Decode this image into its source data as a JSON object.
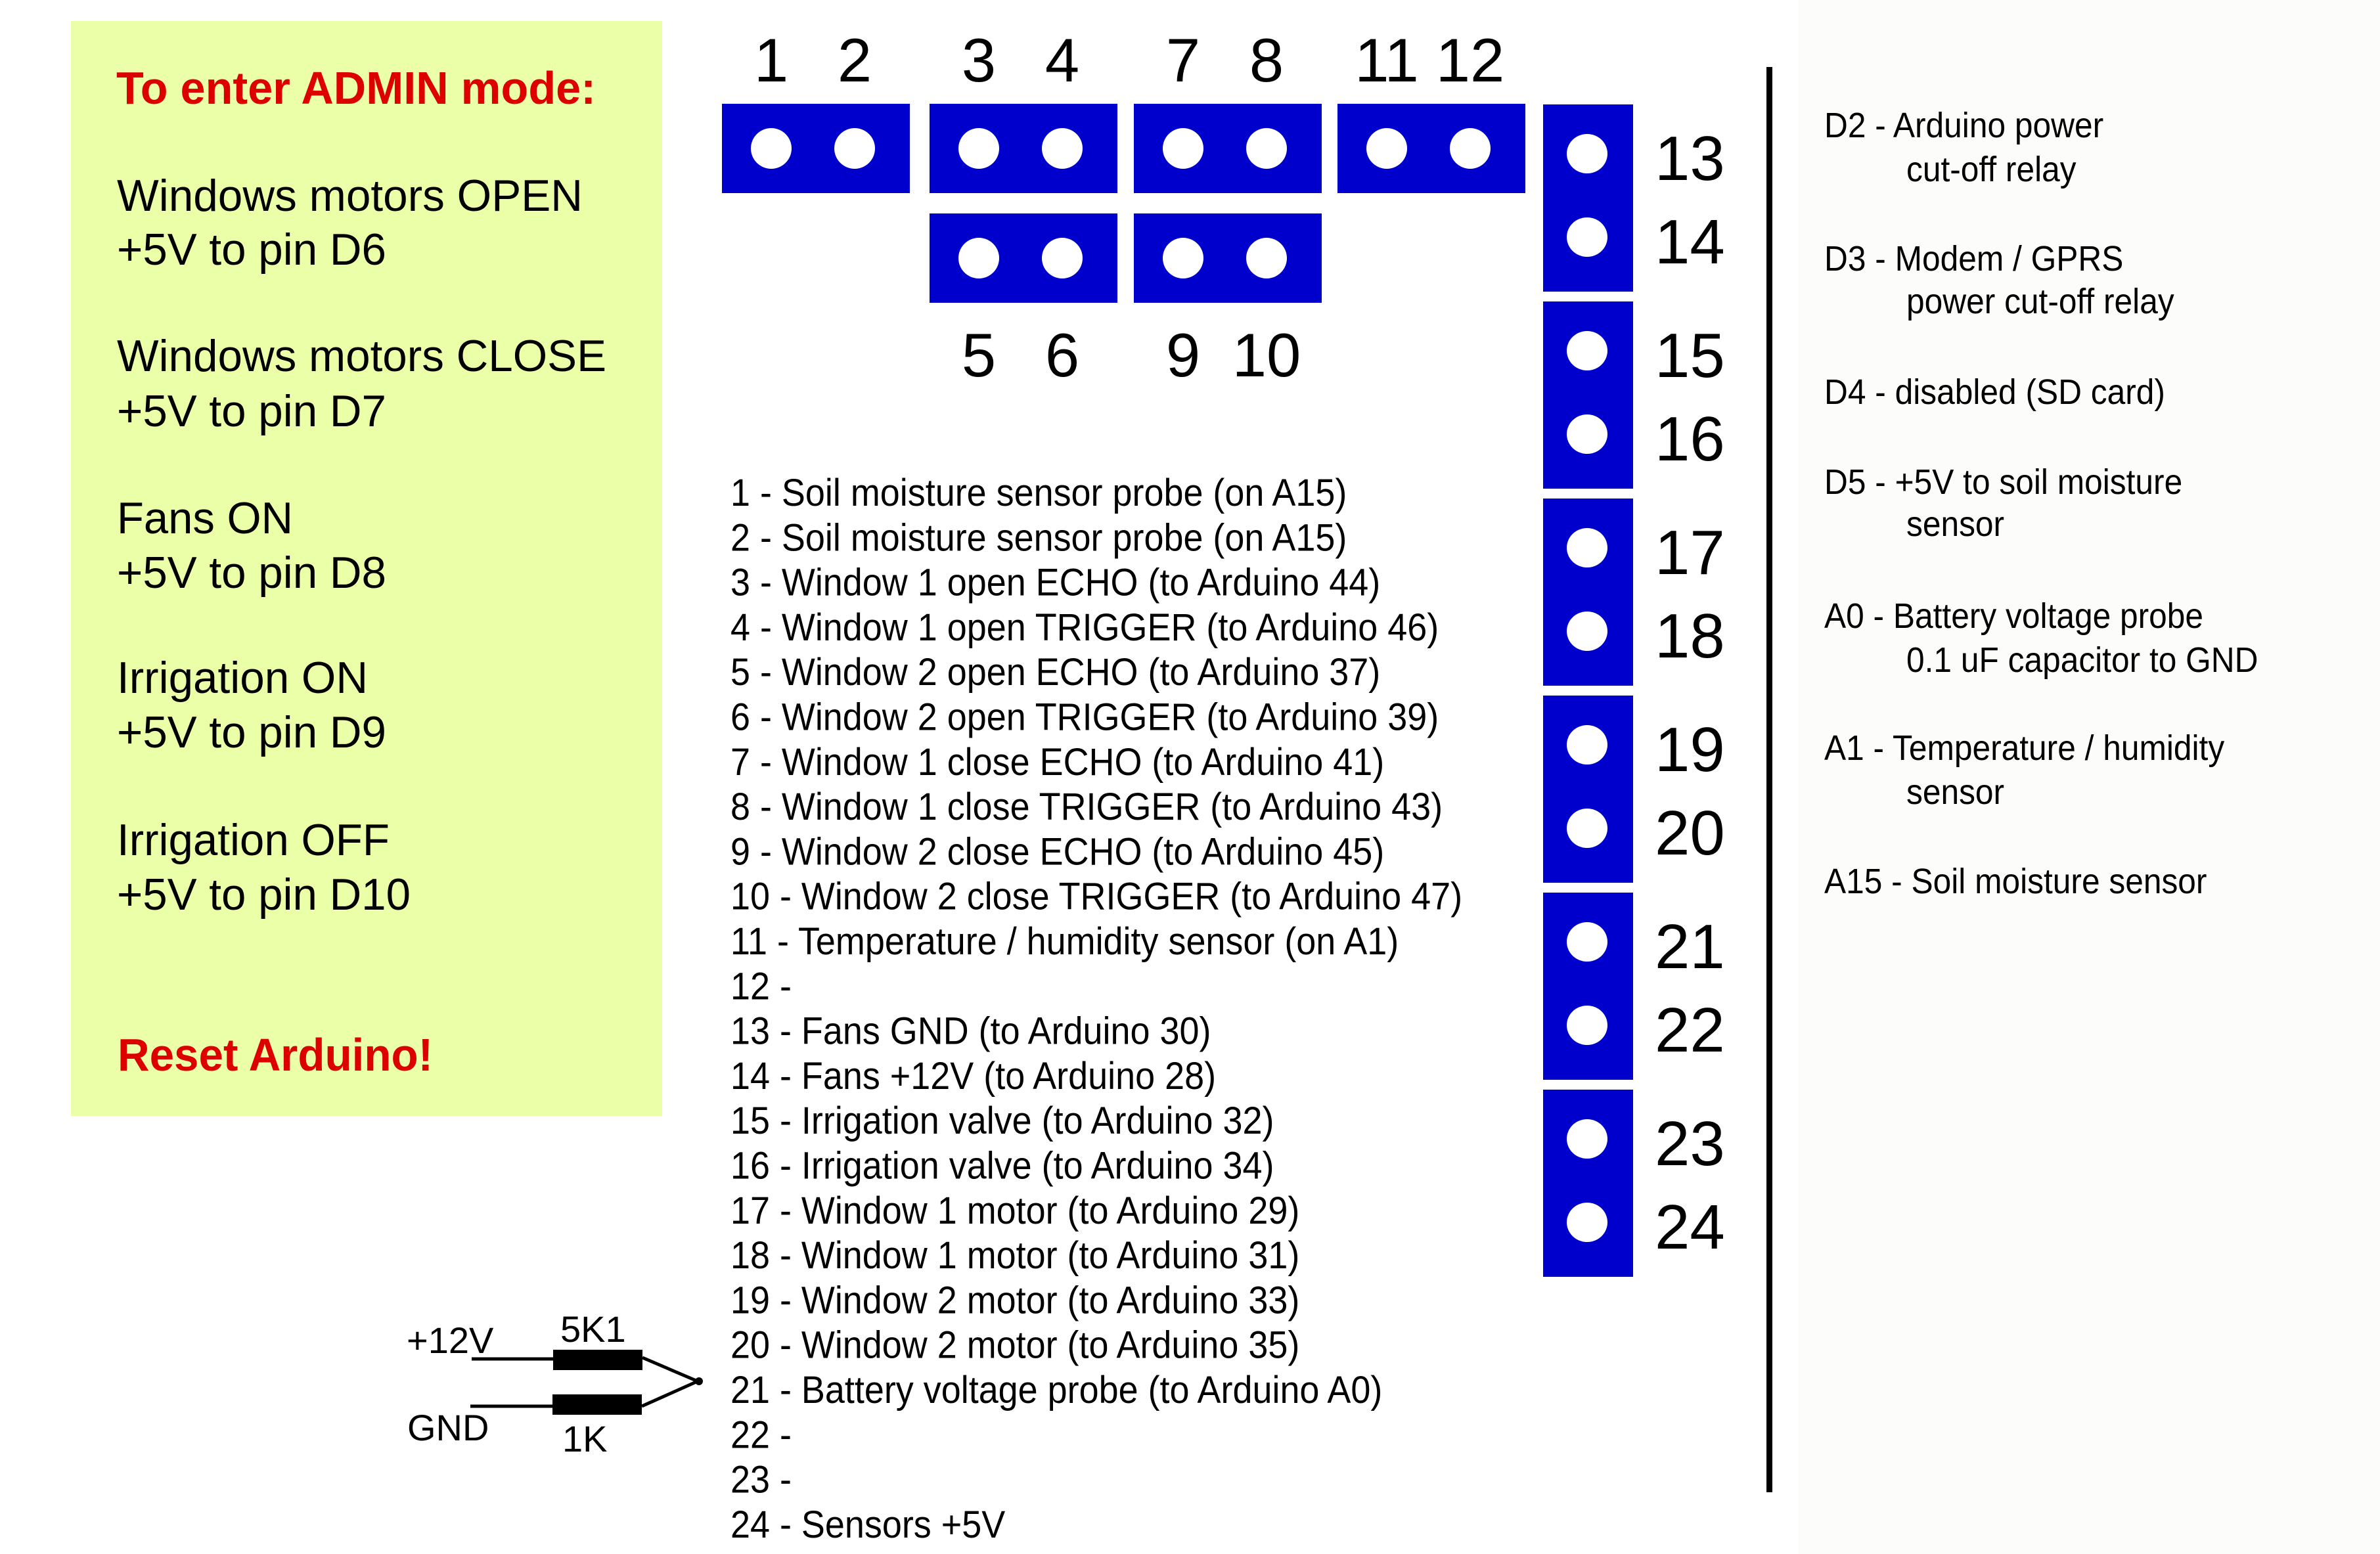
{
  "colors": {
    "admin_panel_bg": "#ebffa8",
    "admin_accent": "#dd0000",
    "header_block": "#0000cc",
    "pin_hole": "#ffffff",
    "legend_bg": "#fcfdfb",
    "text": "#000000"
  },
  "admin_panel": {
    "title": "To enter ADMIN mode:",
    "groups": [
      {
        "action": "Windows motors OPEN",
        "instruction": "+5V to pin D6"
      },
      {
        "action": "Windows motors CLOSE",
        "instruction": "+5V to pin D7"
      },
      {
        "action": "Fans ON",
        "instruction": "+5V to pin D8"
      },
      {
        "action": "Irrigation ON",
        "instruction": "+5V to pin D9"
      },
      {
        "action": "Irrigation OFF",
        "instruction": "+5V to pin D10"
      }
    ],
    "footer": "Reset Arduino!"
  },
  "header": {
    "top_row_blocks": [
      {
        "pins": [
          "1",
          "2"
        ]
      },
      {
        "pins": [
          "3",
          "4"
        ]
      },
      {
        "pins": [
          "7",
          "8"
        ]
      },
      {
        "pins": [
          "11",
          "12"
        ]
      }
    ],
    "bottom_row_blocks": [
      {
        "pins": [
          "5",
          "6"
        ]
      },
      {
        "pins": [
          "9",
          "10"
        ]
      }
    ],
    "vertical_blocks": [
      {
        "pins": [
          "13",
          "14"
        ]
      },
      {
        "pins": [
          "15",
          "16"
        ]
      },
      {
        "pins": [
          "17",
          "18"
        ]
      },
      {
        "pins": [
          "19",
          "20"
        ]
      },
      {
        "pins": [
          "21",
          "22"
        ]
      },
      {
        "pins": [
          "23",
          "24"
        ]
      }
    ]
  },
  "pin_descriptions": [
    "1 - Soil moisture sensor probe (on A15)",
    "2 - Soil moisture sensor probe (on A15)",
    "3 - Window 1 open ECHO (to Arduino 44)",
    "4 - Window 1 open TRIGGER (to Arduino 46)",
    "5 - Window 2 open ECHO (to Arduino 37)",
    "6 - Window 2 open TRIGGER (to Arduino 39)",
    "7 - Window 1 close ECHO (to Arduino 41)",
    "8 - Window 1 close TRIGGER (to Arduino 43)",
    "9 - Window 2 close ECHO (to Arduino 45)",
    "10 - Window 2 close TRIGGER (to Arduino 47)",
    "11 - Temperature / humidity sensor (on A1)",
    "12 -",
    "13 - Fans GND (to Arduino 30)",
    "14 - Fans +12V (to Arduino 28)",
    "15 - Irrigation valve (to Arduino 32)",
    "16 - Irrigation valve (to Arduino 34)",
    "17 - Window 1 motor (to Arduino 29)",
    "18 - Window 1 motor (to Arduino 31)",
    "19 - Window 2 motor (to Arduino 33)",
    "20 - Window 2 motor (to Arduino 35)",
    "21 - Battery voltage probe (to Arduino A0)",
    "22 -",
    "23 -",
    "24 - Sensors +5V"
  ],
  "legend": [
    {
      "lines": [
        "D2 - Arduino power",
        "cut-off relay"
      ]
    },
    {
      "lines": [
        "D3 - Modem / GPRS",
        "power cut-off relay"
      ]
    },
    {
      "lines": [
        "D4 - disabled (SD card)"
      ]
    },
    {
      "lines": [
        "D5 - +5V to soil moisture",
        "sensor"
      ]
    },
    {
      "lines": [
        "A0 - Battery voltage probe",
        "0.1 uF capacitor to GND"
      ]
    },
    {
      "lines": [
        "A1 - Temperature / humidity",
        "sensor"
      ]
    },
    {
      "lines": [
        "A15 - Soil moisture sensor"
      ]
    }
  ],
  "schematic": {
    "supply_label": "+12V",
    "ground_label": "GND",
    "upper_resistor": "5K1",
    "lower_resistor": "1K"
  }
}
